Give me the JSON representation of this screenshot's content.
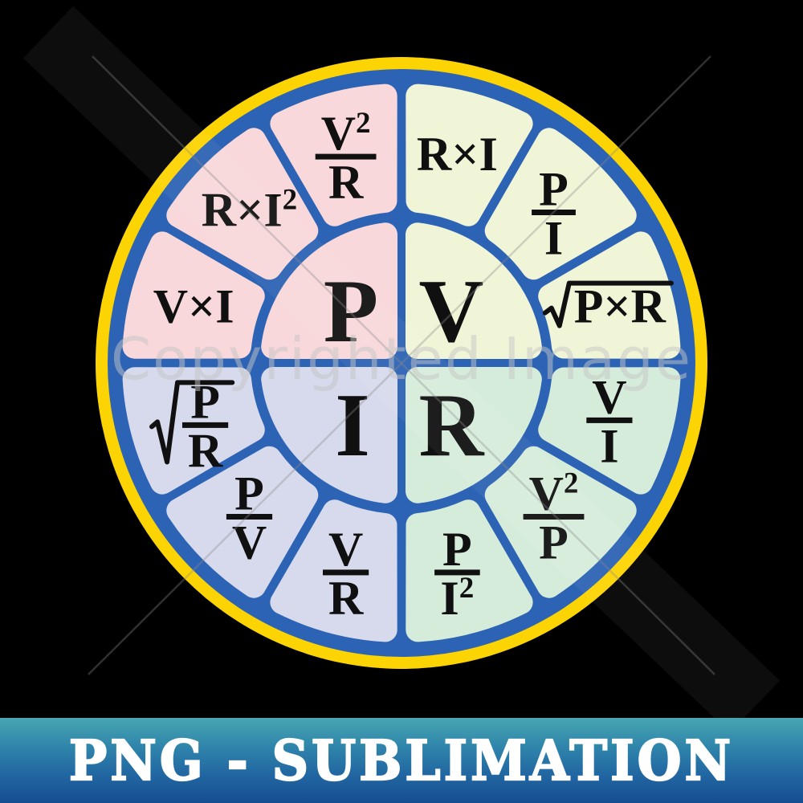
{
  "watermark": {
    "text": "Copyrighted Image"
  },
  "banner": {
    "text": "PNG - SUBLIMATION",
    "text_color": "#ffffff",
    "gradient_top": "#46a6b0",
    "gradient_bottom": "#174e92"
  },
  "wheel": {
    "background": "#000000",
    "ring_color": "#fdd403",
    "wheel_color": "#2c63b4",
    "label_color": "#101010",
    "quadrants": [
      {
        "letter": "P",
        "name": "power",
        "position": "top-left",
        "color": "#f8d8da",
        "formulas": [
          {
            "name": "V-times-I",
            "display": "V×I",
            "angle": 165,
            "kind": "line",
            "parts": [
              {
                "t": "V×I"
              }
            ]
          },
          {
            "name": "R-times-I-squared",
            "display": "R×I²",
            "angle": 135,
            "kind": "line",
            "parts": [
              {
                "t": "R×I"
              },
              {
                "t": "2",
                "sup": true
              }
            ]
          },
          {
            "name": "V-squared-over-R",
            "display": "V²/R",
            "angle": 105,
            "kind": "frac",
            "num": [
              {
                "t": "V"
              },
              {
                "t": "2",
                "sup": true
              }
            ],
            "den": [
              {
                "t": "R"
              }
            ]
          }
        ]
      },
      {
        "letter": "V",
        "name": "voltage",
        "position": "top-right",
        "color": "#f1f5d8",
        "formulas": [
          {
            "name": "R-times-I",
            "display": "R×I",
            "angle": 75,
            "kind": "line",
            "parts": [
              {
                "t": "R×I"
              }
            ]
          },
          {
            "name": "P-over-I",
            "display": "P/I",
            "angle": 45,
            "kind": "frac",
            "num": [
              {
                "t": "P"
              }
            ],
            "den": [
              {
                "t": "I"
              }
            ]
          },
          {
            "name": "sqrt-P-times-R",
            "display": "√(P×R)",
            "angle": 15,
            "kind": "sqrt-line",
            "parts": [
              {
                "t": "P×R"
              }
            ]
          }
        ]
      },
      {
        "letter": "I",
        "name": "current",
        "position": "bottom-left",
        "color": "#d6daec",
        "formulas": [
          {
            "name": "sqrt-P-over-R",
            "display": "√(P/R)",
            "angle": 195,
            "kind": "sqrt-frac",
            "num": [
              {
                "t": "P"
              }
            ],
            "den": [
              {
                "t": "R"
              }
            ]
          },
          {
            "name": "P-over-V",
            "display": "P/V",
            "angle": 225,
            "kind": "frac",
            "num": [
              {
                "t": "P"
              }
            ],
            "den": [
              {
                "t": "V"
              }
            ]
          },
          {
            "name": "V-over-R",
            "display": "V/R",
            "angle": 255,
            "kind": "frac",
            "num": [
              {
                "t": "V"
              }
            ],
            "den": [
              {
                "t": "R"
              }
            ]
          }
        ]
      },
      {
        "letter": "R",
        "name": "resistance",
        "position": "bottom-right",
        "color": "#d6ecda",
        "formulas": [
          {
            "name": "P-over-I-squared",
            "display": "P/I²",
            "angle": 285,
            "kind": "frac",
            "num": [
              {
                "t": "P"
              }
            ],
            "den": [
              {
                "t": "I"
              },
              {
                "t": "2",
                "sup": true
              }
            ]
          },
          {
            "name": "V-squared-over-P",
            "display": "V²/P",
            "angle": 315,
            "kind": "frac",
            "num": [
              {
                "t": "V"
              },
              {
                "t": "2",
                "sup": true
              }
            ],
            "den": [
              {
                "t": "P"
              }
            ]
          },
          {
            "name": "V-over-I",
            "display": "V/I",
            "angle": 345,
            "kind": "frac",
            "num": [
              {
                "t": "V"
              }
            ],
            "den": [
              {
                "t": "I"
              }
            ]
          }
        ]
      }
    ]
  }
}
